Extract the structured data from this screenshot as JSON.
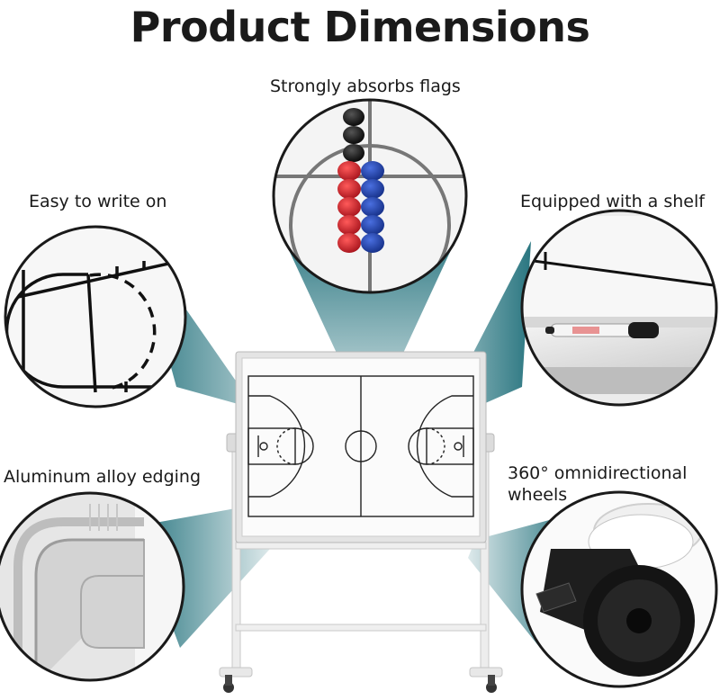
{
  "page": {
    "title": "Product Dimensions"
  },
  "features": [
    {
      "id": "flags",
      "label": "Strongly absorbs flags"
    },
    {
      "id": "write",
      "label": "Easy to write on"
    },
    {
      "id": "shelf",
      "label": "Equipped with a shelf"
    },
    {
      "id": "edging",
      "label": "Aluminum alloy edging"
    },
    {
      "id": "wheels",
      "label": "360° omnidirectional wheels"
    }
  ],
  "colors": {
    "teal": "#1f6f7a",
    "magnet_red": "#c81e28",
    "magnet_blue": "#1c3fa8",
    "magnet_black": "#111111",
    "frame": "#e3e3e3"
  }
}
